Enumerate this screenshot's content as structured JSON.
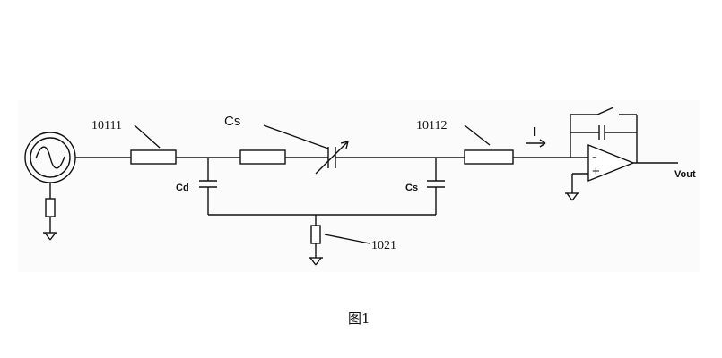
{
  "diagram": {
    "labels": {
      "resistor_left": "10111",
      "capacitor_variable": "Cs",
      "resistor_right": "10112",
      "current": "I",
      "cap_d": "Cd",
      "cap_s": "Cs",
      "ground_resistor": "1021",
      "output": "Vout",
      "opamp_minus": "-",
      "opamp_plus": "+"
    },
    "caption": "图1"
  }
}
